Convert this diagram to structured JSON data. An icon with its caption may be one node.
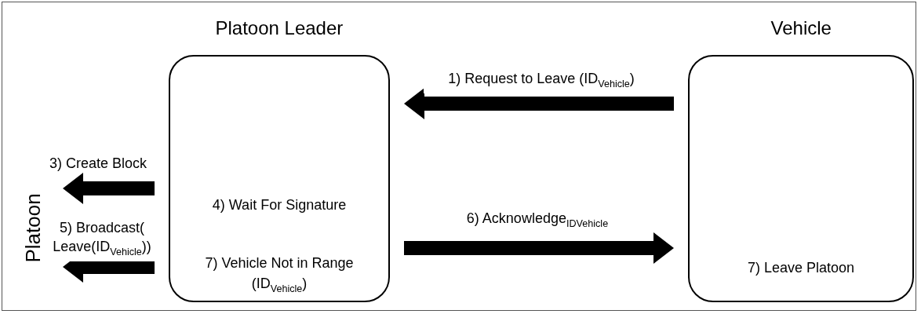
{
  "diagram": {
    "nodes": [
      {
        "text": [
          "Platoon Leader",
          "4) Wait For Signature",
          "7) Vehicle Not in Range (ID$_{Vehicle}$)"
        ]
      },
      {
        "text": [
          "Vehicle",
          "7) Leave Platoon"
        ]
      },
      {
        "text": [
          "Platoon"
        ]
      }
    ],
    "edges": [
      {
        "from": 1,
        "to": 0,
        "arrow": "to",
        "label": "1) Request to Leave (ID$_{Vehicle}$)"
      },
      {
        "from": 0,
        "to": 2,
        "arrow": "to",
        "label": "3) Create Block"
      },
      {
        "from": 0,
        "to": 2,
        "arrow": "to",
        "label": "5) Broadcast( Leave(ID$_{Vehicle}$))"
      },
      {
        "from": 0,
        "to": 1,
        "arrow": "to",
        "label": "6) Acknowledge$_{ID}$$_{Vehicle}$"
      }
    ]
  }
}
